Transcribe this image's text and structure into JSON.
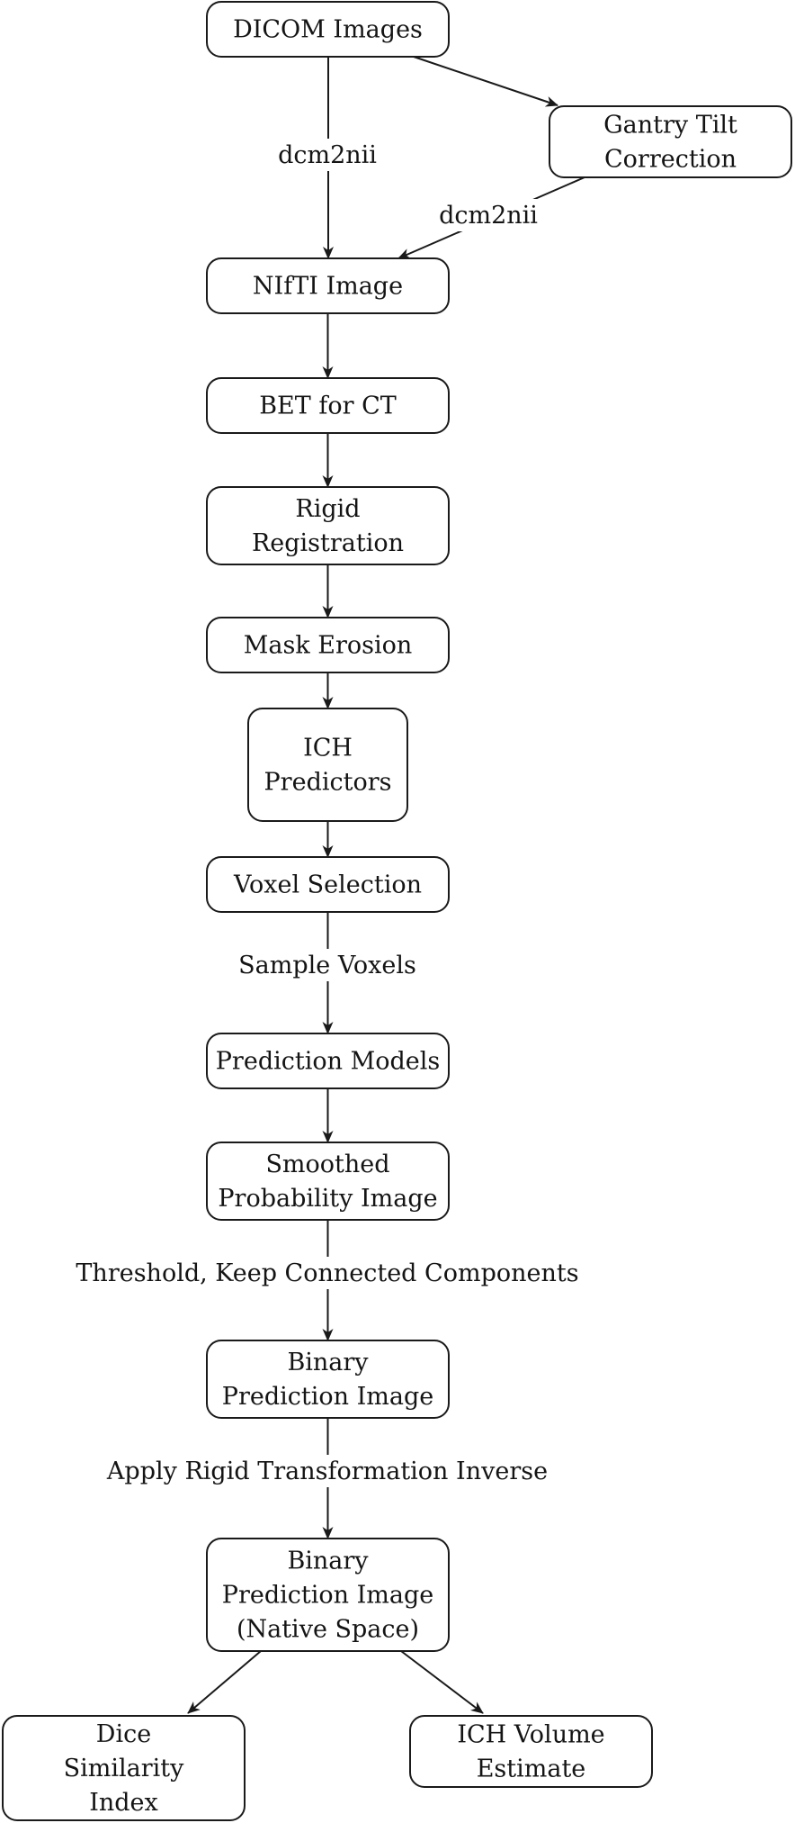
{
  "diagram": {
    "type": "flowchart",
    "nodes": {
      "dicom": [
        "DICOM Images"
      ],
      "gantry": [
        "Gantry Tilt",
        "Correction"
      ],
      "nifti": [
        "NIfTI Image"
      ],
      "bet": [
        "BET for CT"
      ],
      "rigid": [
        "Rigid",
        "Registration"
      ],
      "mask": [
        "Mask Erosion"
      ],
      "ich_pred": [
        "ICH",
        "Predictors"
      ],
      "voxel": [
        "Voxel Selection"
      ],
      "models": [
        "Prediction Models"
      ],
      "smoothed": [
        "Smoothed",
        "Probability Image"
      ],
      "binary": [
        "Binary",
        "Prediction Image"
      ],
      "binary_native": [
        "Binary",
        "Prediction Image",
        "(Native Space)"
      ],
      "dice": [
        "Dice",
        "Similarity",
        "Index"
      ],
      "volume": [
        "ICH Volume",
        "Estimate"
      ]
    },
    "edge_labels": {
      "dcm2nii_direct": "dcm2nii",
      "dcm2nii_gantry": "dcm2nii",
      "sample_voxels": "Sample Voxels",
      "threshold": "Threshold, Keep Connected Components",
      "apply_inverse": "Apply Rigid Transformation Inverse"
    },
    "edges": [
      [
        "dicom",
        "nifti"
      ],
      [
        "dicom",
        "gantry"
      ],
      [
        "gantry",
        "nifti"
      ],
      [
        "nifti",
        "bet"
      ],
      [
        "bet",
        "rigid"
      ],
      [
        "rigid",
        "mask"
      ],
      [
        "mask",
        "ich_pred"
      ],
      [
        "ich_pred",
        "voxel"
      ],
      [
        "voxel",
        "models"
      ],
      [
        "models",
        "smoothed"
      ],
      [
        "smoothed",
        "binary"
      ],
      [
        "binary",
        "binary_native"
      ],
      [
        "binary_native",
        "dice"
      ],
      [
        "binary_native",
        "volume"
      ]
    ]
  }
}
